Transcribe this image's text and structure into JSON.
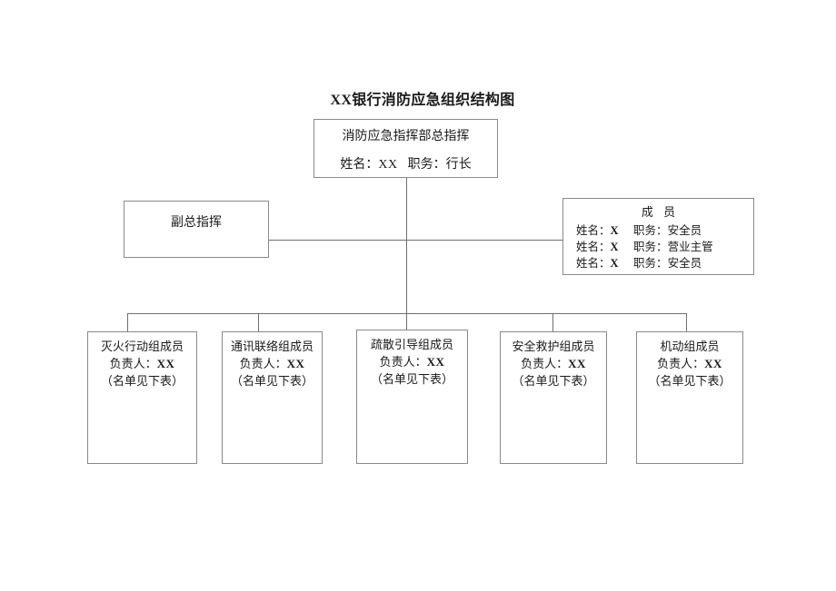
{
  "title": "XX银行消防应急组织结构图",
  "commander": {
    "role": "消防应急指挥部总指挥",
    "name_label": "姓名：",
    "name_value": "XX",
    "post_label": "职务：",
    "post_value": "行长"
  },
  "deputy": {
    "label": "副总指挥"
  },
  "members_panel": {
    "heading": "成 员",
    "rows": [
      {
        "name_label": "姓名：",
        "name_value": "X",
        "post_label": "职务：",
        "post_value": "安全员"
      },
      {
        "name_label": "姓名：",
        "name_value": "X",
        "post_label": "职务：",
        "post_value": "营业主管"
      },
      {
        "name_label": "姓名：",
        "name_value": "X",
        "post_label": "职务：",
        "post_value": "安全员"
      }
    ]
  },
  "groups": [
    {
      "title": "灭火行动组成员",
      "leader_label": "负责人：",
      "leader_value": "XX",
      "note": "（名单见下表）"
    },
    {
      "title": "通讯联络组成员",
      "leader_label": "负责人：",
      "leader_value": "XX",
      "note": "（名单见下表）"
    },
    {
      "title": "疏散引导组成员",
      "leader_label": "负责人：",
      "leader_value": "XX",
      "note": "（名单见下表）"
    },
    {
      "title": "安全救护组成员",
      "leader_label": "负责人：",
      "leader_value": "XX",
      "note": "（名单见下表）"
    },
    {
      "title": "机动组成员",
      "leader_label": "负责人：",
      "leader_value": "XX",
      "note": "（名单见下表）"
    }
  ],
  "colors": {
    "box_border": "#8a8a8a",
    "connector": "#6f6f6f",
    "text": "#1a1a1a",
    "background": "#ffffff"
  }
}
